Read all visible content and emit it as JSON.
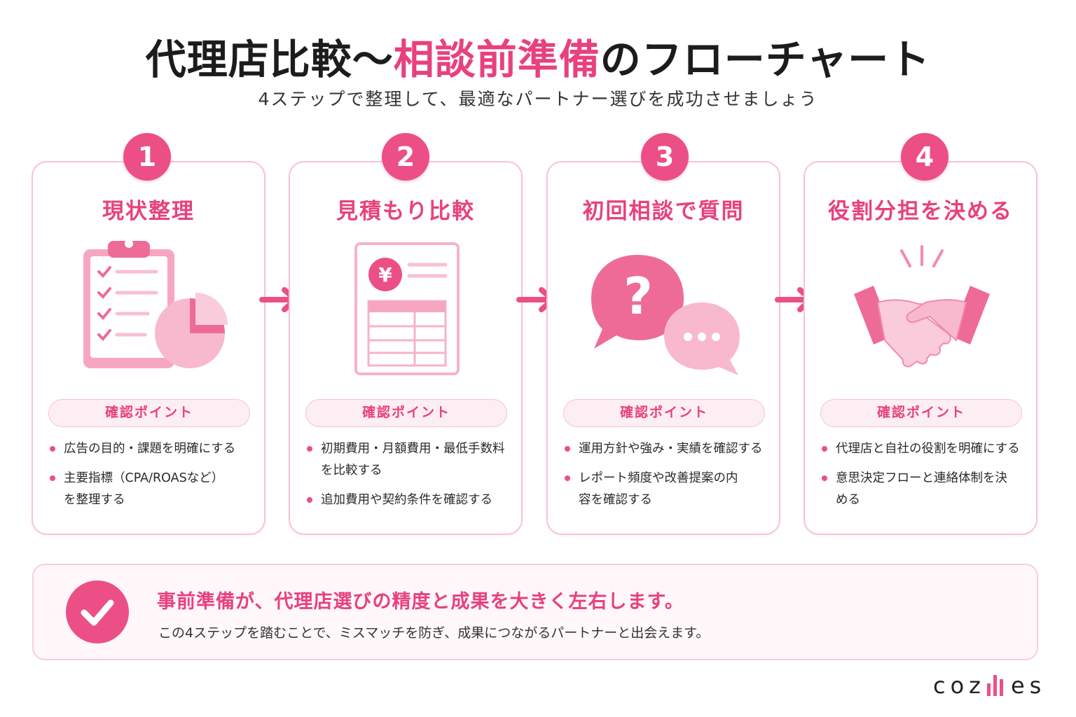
{
  "header": {
    "title_part1": "代理店比較〜",
    "title_accent": "相談前準備",
    "title_part2": "のフローチャート",
    "subtitle": "4ステップで整理して、最適なパートナー選びを成功させましょう"
  },
  "steps": [
    {
      "number": "1",
      "title": "現状整理",
      "icon": "clipboard-chart-icon",
      "check_label": "確認ポイント",
      "points": [
        "広告の目的・課題を明確にする",
        "主要指標（CPA/ROASなど）を整理する"
      ]
    },
    {
      "number": "2",
      "title": "見積もり比較",
      "icon": "yen-document-icon",
      "check_label": "確認ポイント",
      "points": [
        "初期費用・月額費用・最低手数料を比較する",
        "追加費用や契約条件を確認する"
      ]
    },
    {
      "number": "3",
      "title": "初回相談で質問",
      "icon": "speech-bubbles-icon",
      "check_label": "確認ポイント",
      "points": [
        "運用方針や強み・実績を確認する",
        "レポート頻度や改善提案の内容を確認する"
      ]
    },
    {
      "number": "4",
      "title": "役割分担を決める",
      "icon": "handshake-icon",
      "check_label": "確認ポイント",
      "points": [
        "代理店と自社の役割を明確にする",
        "意思決定フローと連絡体制を決める"
      ]
    }
  ],
  "summary": {
    "icon": "check-circle-icon",
    "main": "事前準備が、代理店選びの精度と成果を大きく左右します。",
    "sub": "この4ステップを踏むことで、ミスマッチを防ぎ、成果につながるパートナーと出会えます。"
  },
  "logo": {
    "text_left": "coz",
    "text_right": "es"
  },
  "colors": {
    "accent": "#e8417d",
    "pink_light": "#fdeef3",
    "border": "#f6c3d5"
  }
}
